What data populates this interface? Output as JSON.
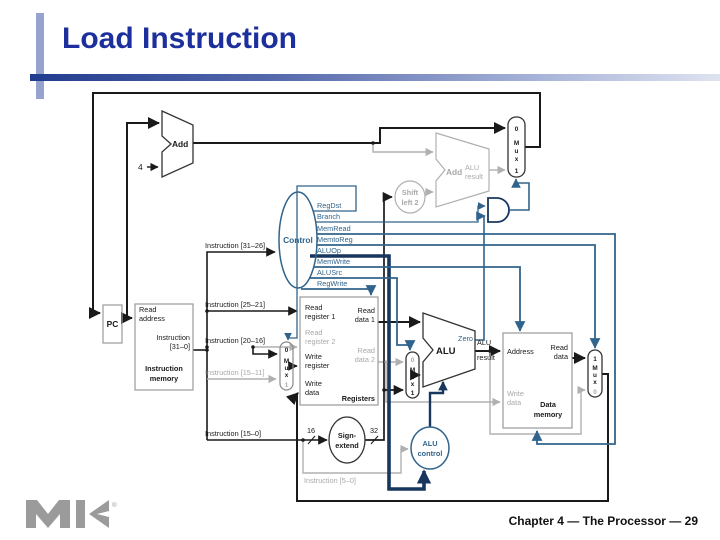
{
  "slide": {
    "title": "Load Instruction",
    "footer": "Chapter 4 — The Processor — 29",
    "logo_reg": "®"
  },
  "colors": {
    "title_blue": "#1c2f9c",
    "steel_blue": "#31648c",
    "navy": "#17375e",
    "wire_black": "#1a1a1a",
    "wire_gray": "#b0b0b0"
  },
  "labels": {
    "pc": "PC",
    "add": "Add",
    "four": "4",
    "read": "Read",
    "address": "address",
    "instruction": "Instruction",
    "i310": "[31–0]",
    "memory": "memory",
    "control": "Control",
    "control_lc": "control",
    "regdst": "RegDst",
    "branch": "Branch",
    "memread": "MemRead",
    "memtoreg": "MemtoReg",
    "aluop": "ALUOp",
    "memwrite": "MemWrite",
    "alusrc": "ALUSrc",
    "regwrite": "RegWrite",
    "shift": "Shift",
    "left2": "left 2",
    "alu": "ALU",
    "result": "result",
    "zero": "Zero",
    "mux_m": "M",
    "mux_u": "u",
    "mux_x": "x",
    "mux_0": "0",
    "mux_1": "1",
    "i3126": "Instruction [31–26]",
    "i2521": "Instruction [25–21]",
    "i2016": "Instruction [20–16]",
    "i1511": "Instruction [15–11]",
    "i150": "Instruction [15–0]",
    "i50": "Instruction [5–0]",
    "register": "register",
    "reg1": "register 1",
    "reg2": "register 2",
    "write": "Write",
    "data": "data",
    "data1": "data 1",
    "data2": "data 2",
    "registers": "Registers",
    "sign": "Sign-",
    "extend": "extend",
    "b16": "16",
    "b32": "32",
    "addr": "Address",
    "dmem": "Data"
  }
}
